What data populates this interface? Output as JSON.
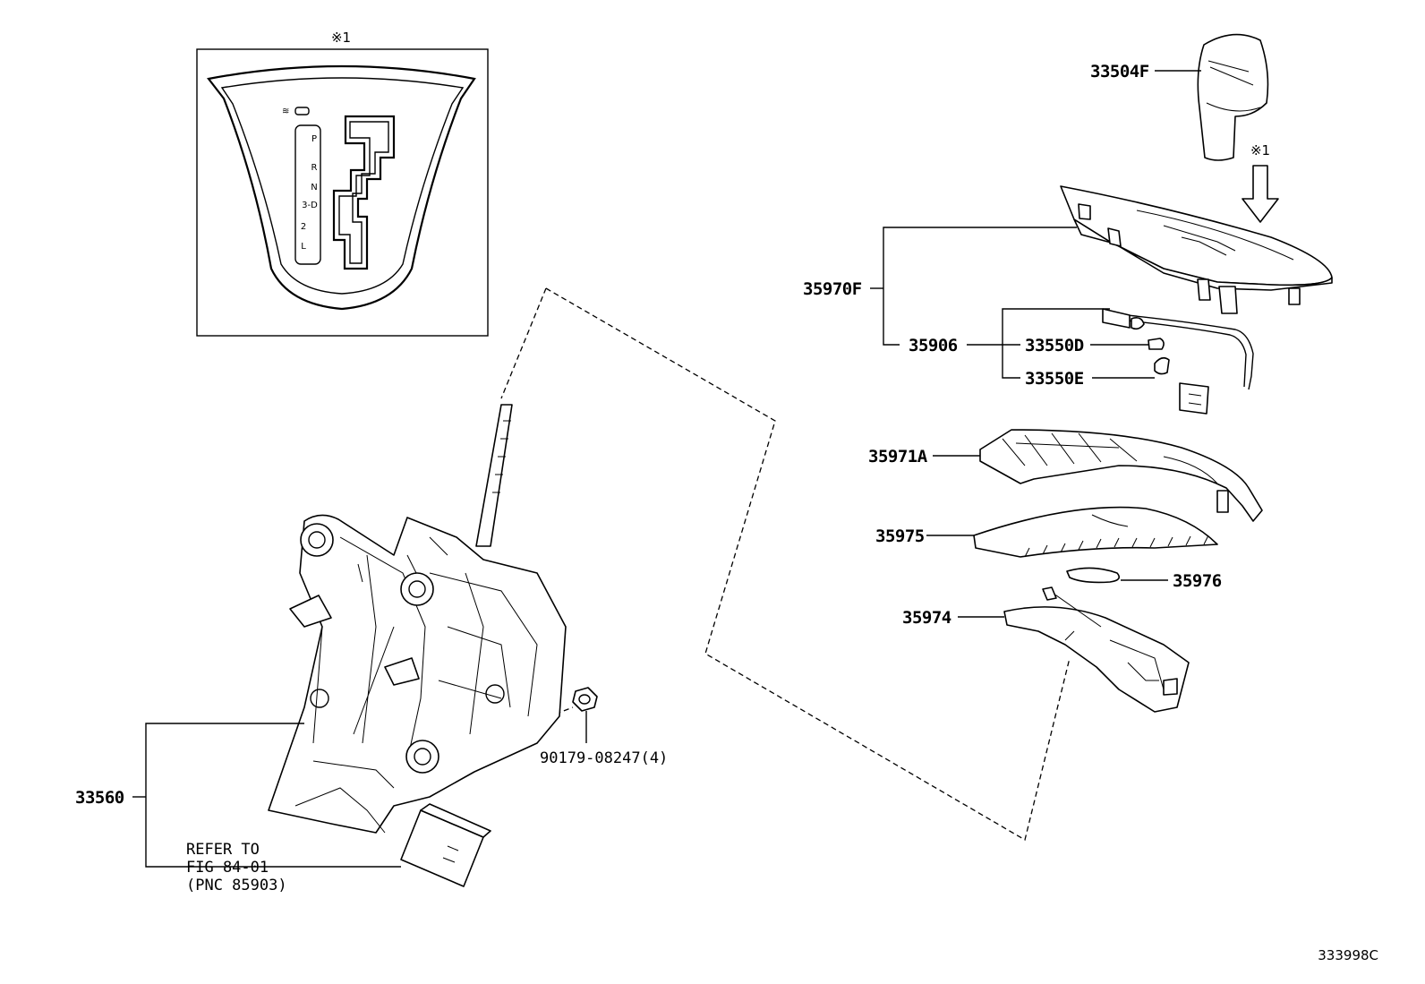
{
  "inset": {
    "mark": "※1",
    "gate": [
      "P",
      "R",
      "N",
      "3-D",
      "2",
      "L"
    ]
  },
  "labels": {
    "knob": "33504F",
    "arrow_mark": "※1",
    "bezel": "35970F",
    "wire": "35906",
    "bulb_d": "33550D",
    "bulb_e": "33550E",
    "plate_a": "35971A",
    "slide": "35975",
    "clip": "35976",
    "retainer": "35974",
    "shifter": "33560",
    "nut": "90179-08247(4)"
  },
  "refer": {
    "line1": "REFER TO",
    "line2": "FIG 84-01",
    "line3": "(PNC 85903)"
  },
  "code": "333998C"
}
